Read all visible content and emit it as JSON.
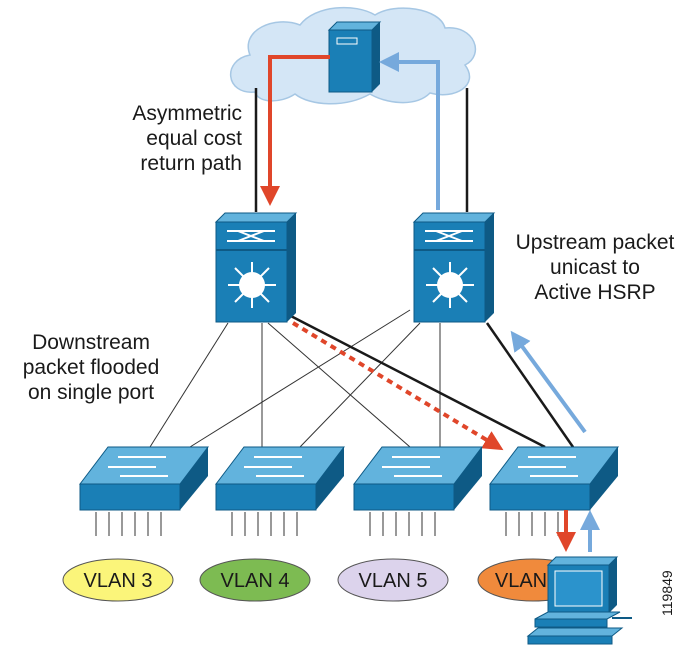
{
  "labels": {
    "asymmetric": [
      "Asymmetric",
      "equal cost",
      "return path"
    ],
    "upstream": [
      "Upstream packet",
      "unicast to",
      "Active HSRP"
    ],
    "downstream": [
      "Downstream",
      "packet flooded",
      "on single port"
    ]
  },
  "vlans": [
    {
      "name": "VLAN 3",
      "color": "#fbf57a"
    },
    {
      "name": "VLAN 4",
      "color": "#7dbb52"
    },
    {
      "name": "VLAN 5",
      "color": "#dcd3ec"
    },
    {
      "name": "VLAN",
      "color": "#f08a3c"
    }
  ],
  "figure_id": "119849",
  "colors": {
    "device_blue": "#1a7fb6",
    "device_top": "#62b3dd",
    "device_side": "#0e5a85",
    "red_path": "#e0462a",
    "blue_path": "#76a9dc",
    "cloud": "#d4e6f6"
  }
}
